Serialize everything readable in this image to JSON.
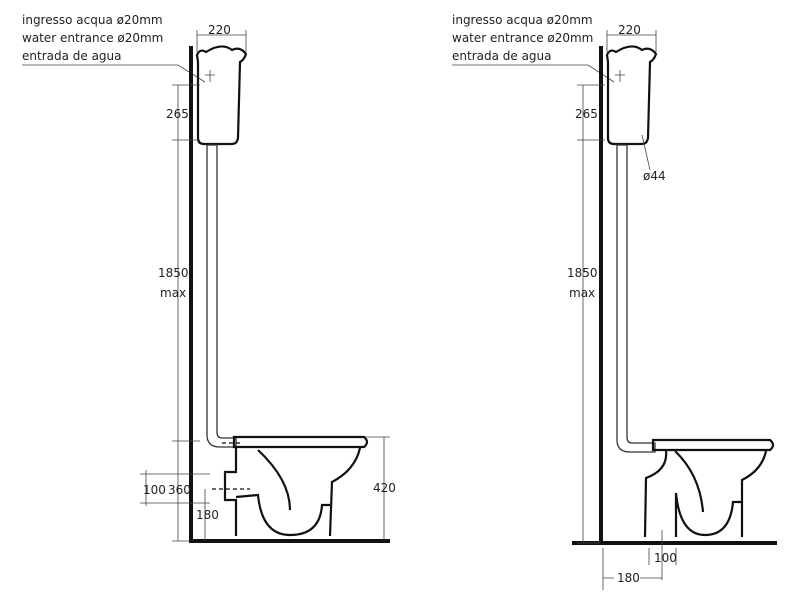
{
  "left_view": {
    "inlet_label": [
      "ingresso acqua ø20mm",
      "water entrance ø20mm",
      "entrada de agua"
    ],
    "dim_cistern_width": "220",
    "dim_cistern_height": "265",
    "dim_total_height": "1850",
    "dim_total_height_suffix": "max",
    "dim_outlet_diameter": "100",
    "dim_outlet_height": "360",
    "dim_outlet_bottom": "180",
    "dim_seat_height": "420"
  },
  "right_view": {
    "inlet_label": [
      "ingresso acqua ø20mm",
      "water entrance ø20mm",
      "entrada de agua"
    ],
    "dim_cistern_width": "220",
    "dim_cistern_height": "265",
    "dim_pipe_diameter": "ø44",
    "dim_total_height": "1850",
    "dim_total_height_suffix": "max",
    "dim_outlet_diameter": "100",
    "dim_outlet_distance": "180"
  }
}
